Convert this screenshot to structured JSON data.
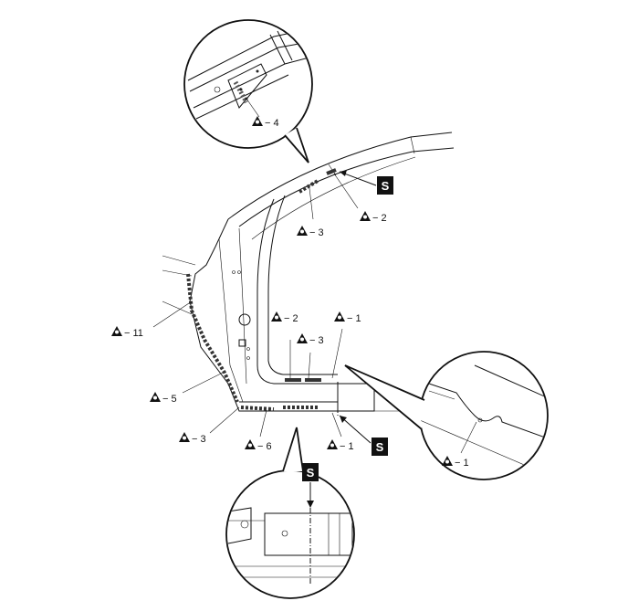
{
  "callouts": [
    {
      "id": "top-detail-4",
      "num": "4"
    },
    {
      "id": "pillar-2",
      "num": "2"
    },
    {
      "id": "pillar-3",
      "num": "3"
    },
    {
      "id": "front-11",
      "num": "11"
    },
    {
      "id": "mid-2",
      "num": "2"
    },
    {
      "id": "mid-1",
      "num": "1"
    },
    {
      "id": "mid-3",
      "num": "3"
    },
    {
      "id": "front-5",
      "num": "5"
    },
    {
      "id": "front-3",
      "num": "3"
    },
    {
      "id": "bottom-6",
      "num": "6"
    },
    {
      "id": "bottom-1",
      "num": "1"
    },
    {
      "id": "right-detail-1",
      "num": "1"
    }
  ],
  "dash": "−",
  "cut_symbol": "S"
}
